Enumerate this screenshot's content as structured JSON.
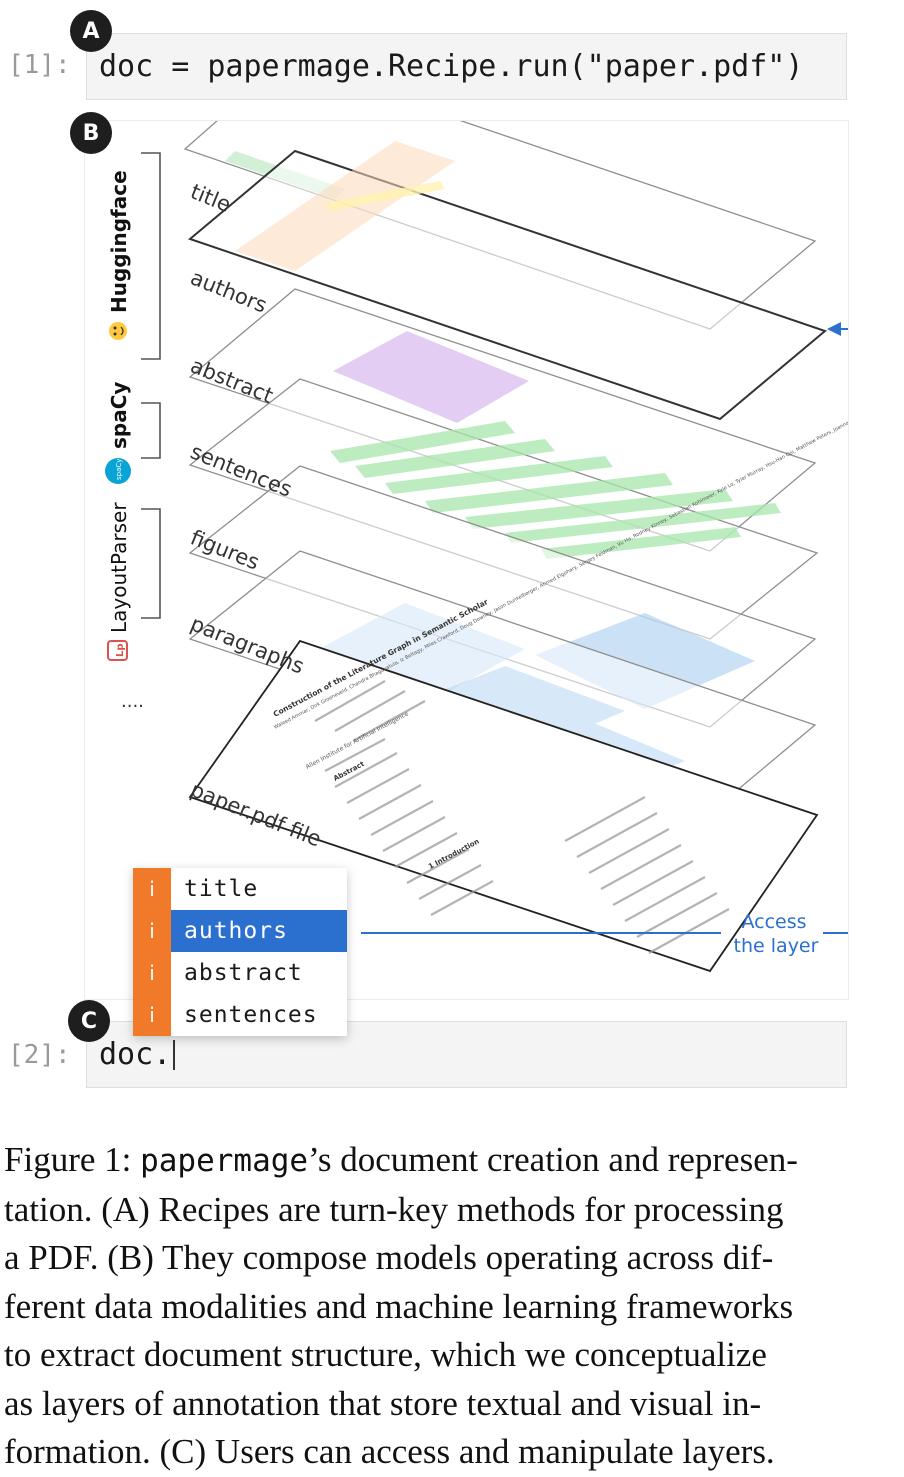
{
  "cells": {
    "cell1": {
      "badge": "A",
      "prompt": "[1]:",
      "code": "doc = papermage.Recipe.run(\"paper.pdf\")"
    },
    "panel": {
      "badge": "B"
    },
    "cell2": {
      "badge": "C",
      "prompt": "[2]:",
      "code": "doc."
    }
  },
  "frameworks": [
    {
      "name": "Huggingface",
      "icon": "hugging-face-emoji-icon"
    },
    {
      "name": "spaCy",
      "icon": "spacy-logo-icon"
    },
    {
      "name": "LayoutParser",
      "icon": "layoutparser-logo-icon"
    }
  ],
  "more": "....",
  "layers": [
    "title",
    "authors",
    "abstract",
    "sentences",
    "figures",
    "paragraphs",
    "paper.pdf file"
  ],
  "pdf_page_text": {
    "title": "Construction of the Literature Graph in Semantic Scholar",
    "authors": "Waleed Ammar, Dirk Groeneveld, Chandra Bhagavatula, Iz Beltagy, Miles Crawford, Doug Downey, Jason Dunkelberger, Ahmed Elgohary, Sergey Feldman, Vu Ha, Rodney Kinney, Sebastian Kohlmeier, Kyle Lo, Tyler Murray, Hsu-Han Ooi, Matthew Peters, Joanna Power, Sam Skjonsberg, Lucy Lu Wang, Chris Wilhelm, Zheng Yuan, Madeleine van Zuylen, Oren Etzioni",
    "affiliation": "Allen Institute for Artificial Intelligence",
    "abstract_heading": "Abstract",
    "intro_heading": "1 Introduction"
  },
  "autocomplete": {
    "items": [
      {
        "icon": "i",
        "label": "title",
        "selected": false
      },
      {
        "icon": "i",
        "label": "authors",
        "selected": true
      },
      {
        "icon": "i",
        "label": "abstract",
        "selected": false
      },
      {
        "icon": "i",
        "label": "sentences",
        "selected": false
      }
    ]
  },
  "access_label": {
    "line1": "Access",
    "line2": "the layer"
  },
  "caption": {
    "line1_a": "Figure 1: ",
    "line1_code": "papermage",
    "line1_b": "’s document creation and represen-",
    "line2": "tation. (A) Recipes are turn-key methods for processing",
    "line3": "a PDF. (B) They compose models operating across dif-",
    "line4": "ferent data modalities and machine learning frameworks",
    "line5": "to extract document structure, which we conceptualize",
    "line6": "as layers of annotation that store textual and visual in-",
    "line7": "formation. (C) Users can access and manipulate layers."
  },
  "colors": {
    "layer_title": "#bfe8c6",
    "layer_authors": "#fbd8b8",
    "layer_abstract": "#d9b8ee",
    "layer_sentences": "#a9e6ad",
    "layer_figures": "#a7cdf0",
    "accent_blue": "#2b6fcf",
    "autocomplete_icon": "#f07a2a"
  }
}
